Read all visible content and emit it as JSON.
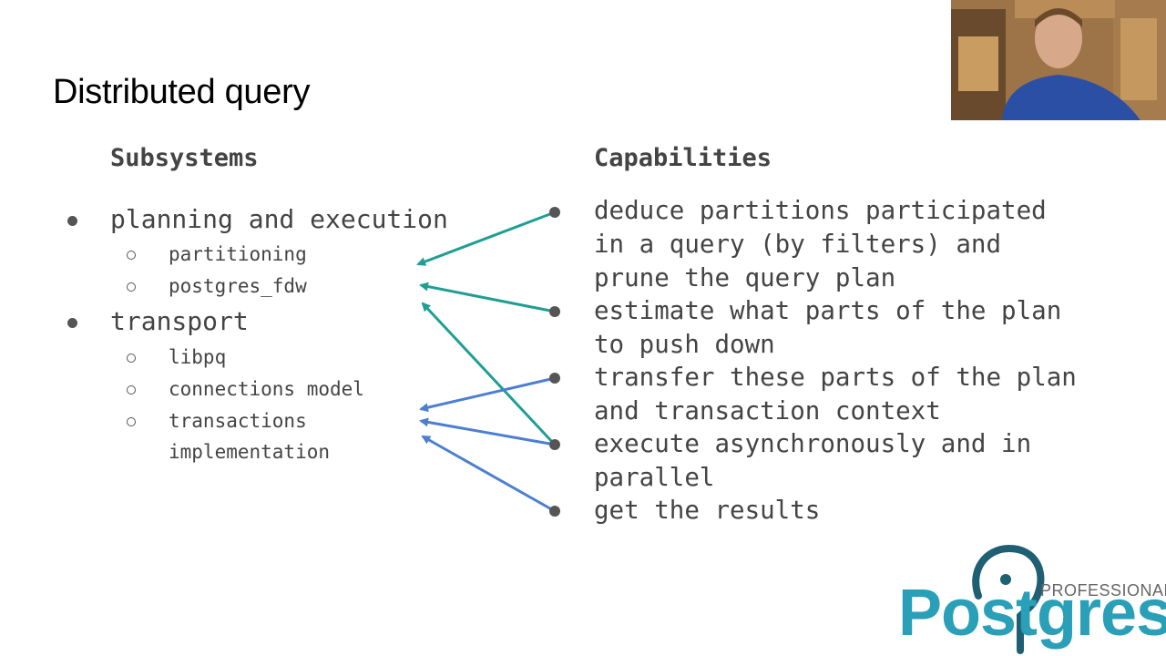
{
  "slide": {
    "title": "Distributed query"
  },
  "subsystems": {
    "heading": "Subsystems",
    "items": [
      {
        "label": "planning and execution",
        "children": [
          "partitioning",
          "postgres_fdw"
        ]
      },
      {
        "label": "transport",
        "children": [
          "libpq",
          "connections model",
          "transactions",
          "implementation"
        ]
      }
    ]
  },
  "capabilities": {
    "heading": "Capabilities",
    "lines": [
      "deduce partitions participated",
      "in a query (by filters) and",
      "prune the query plan",
      "estimate what parts of the plan",
      "to push down",
      "transfer these parts of the plan",
      "and transaction context",
      "execute asynchronously and in",
      "parallel",
      "get the results"
    ]
  },
  "colors": {
    "teal_arrow": "#1f9e94",
    "blue_arrow": "#4c7fd1",
    "logo_blue": "#2a9fb8"
  },
  "logo": {
    "brand": "Postgres",
    "sub": "PROFESSIONAL"
  },
  "webcam": {
    "icon": "webcam-person"
  }
}
